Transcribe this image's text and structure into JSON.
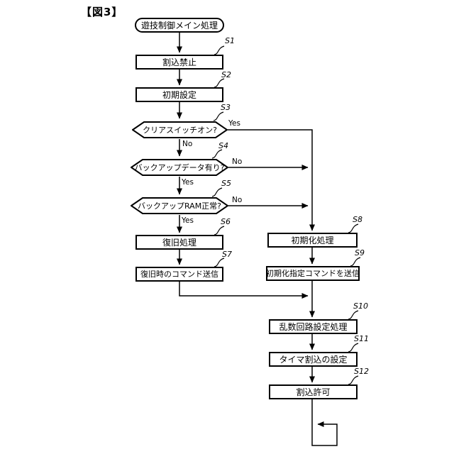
{
  "figure_label": "【図3】",
  "colors": {
    "line": "#000000",
    "background": "#ffffff"
  },
  "flowchart": {
    "start": {
      "label": "遊技制御メイン処理"
    },
    "branch_yes": "Yes",
    "branch_no": "No",
    "steps": [
      {
        "id": "S1",
        "type": "process",
        "label": "割込禁止"
      },
      {
        "id": "S2",
        "type": "process",
        "label": "初期設定"
      },
      {
        "id": "S3",
        "type": "decision",
        "label": "クリアスイッチオン?"
      },
      {
        "id": "S4",
        "type": "decision",
        "label": "バックアップデータ有り?"
      },
      {
        "id": "S5",
        "type": "decision",
        "label": "バックアップRAM正常?"
      },
      {
        "id": "S6",
        "type": "process",
        "label": "復旧処理"
      },
      {
        "id": "S7",
        "type": "process",
        "label": "復旧時のコマンド送信"
      },
      {
        "id": "S8",
        "type": "process",
        "label": "初期化処理"
      },
      {
        "id": "S9",
        "type": "process",
        "label": "初期化指定コマンドを送信"
      },
      {
        "id": "S10",
        "type": "process",
        "label": "乱数回路設定処理"
      },
      {
        "id": "S11",
        "type": "process",
        "label": "タイマ割込の設定"
      },
      {
        "id": "S12",
        "type": "process",
        "label": "割込許可"
      }
    ]
  }
}
